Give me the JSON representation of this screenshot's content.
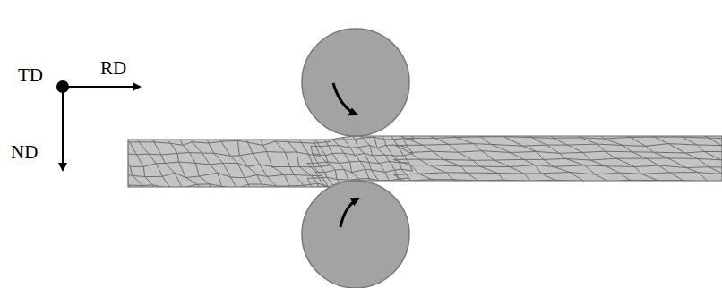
{
  "diagram": {
    "labels": [
      "TD",
      "RD",
      "ND"
    ]
  }
}
